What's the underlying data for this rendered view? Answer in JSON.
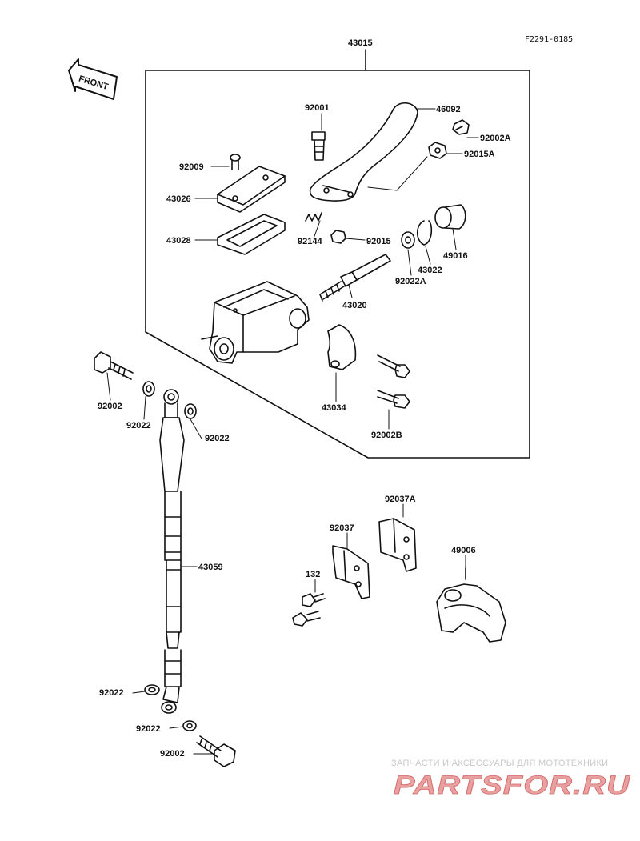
{
  "diagram": {
    "code": "F2291-0185",
    "front_label": "FRONT",
    "assembly": "43015",
    "parts": {
      "p43015": "43015",
      "p92001": "92001",
      "p46092": "46092",
      "p92002A": "92002A",
      "p92015A": "92015A",
      "p92009": "92009",
      "p43026": "43026",
      "p43028": "43028",
      "p92144": "92144",
      "p92015": "92015",
      "p49016": "49016",
      "p43022": "43022",
      "p92022A": "92022A",
      "p43020": "43020",
      "p43034": "43034",
      "p92002B": "92002B",
      "p92002_top": "92002",
      "p92022_a": "92022",
      "p92022_b": "92022",
      "p43059": "43059",
      "p92037A": "92037A",
      "p92037": "92037",
      "p132": "132",
      "p49006": "49006",
      "p92022_c": "92022",
      "p92022_d": "92022",
      "p92002_bot": "92002"
    }
  },
  "watermark": {
    "tagline": "ЗАПЧАСТИ И АКСЕССУАРЫ ДЛЯ МОТОТЕХНИКИ",
    "logo": "PARTSFOR.RU",
    "color": "#e8a0a0"
  }
}
